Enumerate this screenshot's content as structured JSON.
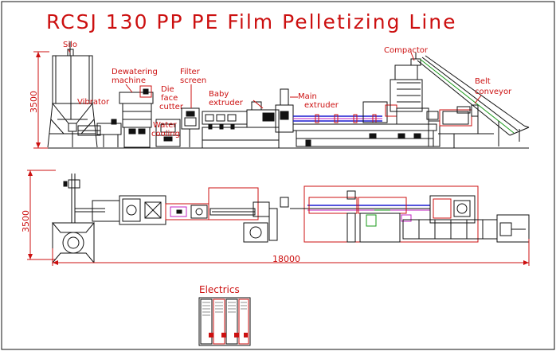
{
  "title": "RCSJ 130 PP PE Film Pelletizing Line",
  "labels": {
    "silo": "Silo",
    "vibrator": "Vibrator",
    "dewatering_1": "Dewatering",
    "dewatering_2": "machine",
    "filter_1": "Filter",
    "filter_2": "screen",
    "die_face_1": "Die",
    "die_face_2": "face",
    "die_face_3": "cutter",
    "water_cooling_1": "Water",
    "water_cooling_2": "cooling",
    "baby_extruder_1": "Baby",
    "baby_extruder_2": "extruder",
    "main_extruder_1": "Main",
    "main_extruder_2": "extruder",
    "compactor": "Compactor",
    "belt_1": "Belt",
    "belt_2": "conveyor",
    "electrics": "Electrics"
  },
  "dimensions": {
    "height_side": "3500",
    "height_top": "3500",
    "length": "18000"
  },
  "colors": {
    "annotation": "#cc1010",
    "line": "#111111",
    "pipe": "#1a1ad0",
    "accent": "#c020c0",
    "green": "#1a9a1a"
  }
}
